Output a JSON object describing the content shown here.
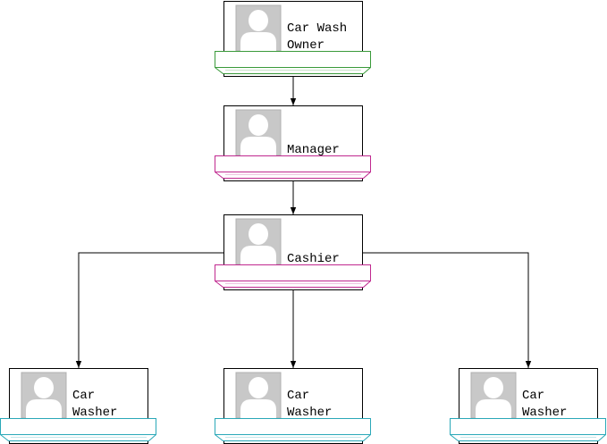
{
  "chart": {
    "nodes": [
      {
        "id": "owner",
        "lines": [
          "Car Wash",
          "Owner"
        ],
        "ribbon_color": "#3a9a3a"
      },
      {
        "id": "manager",
        "lines": [
          "Manager"
        ],
        "ribbon_color": "#c0288f"
      },
      {
        "id": "cashier",
        "lines": [
          "Cashier"
        ],
        "ribbon_color": "#c0288f"
      },
      {
        "id": "washer-1",
        "lines": [
          "Car",
          "Washer"
        ],
        "ribbon_color": "#2aa8b8"
      },
      {
        "id": "washer-2",
        "lines": [
          "Car",
          "Washer"
        ],
        "ribbon_color": "#2aa8b8"
      },
      {
        "id": "washer-3",
        "lines": [
          "Car",
          "Washer"
        ],
        "ribbon_color": "#2aa8b8"
      }
    ],
    "edges": [
      {
        "from": "owner",
        "to": "manager"
      },
      {
        "from": "manager",
        "to": "cashier"
      },
      {
        "from": "cashier",
        "to": "washer-1"
      },
      {
        "from": "cashier",
        "to": "washer-2"
      },
      {
        "from": "cashier",
        "to": "washer-3"
      }
    ]
  }
}
